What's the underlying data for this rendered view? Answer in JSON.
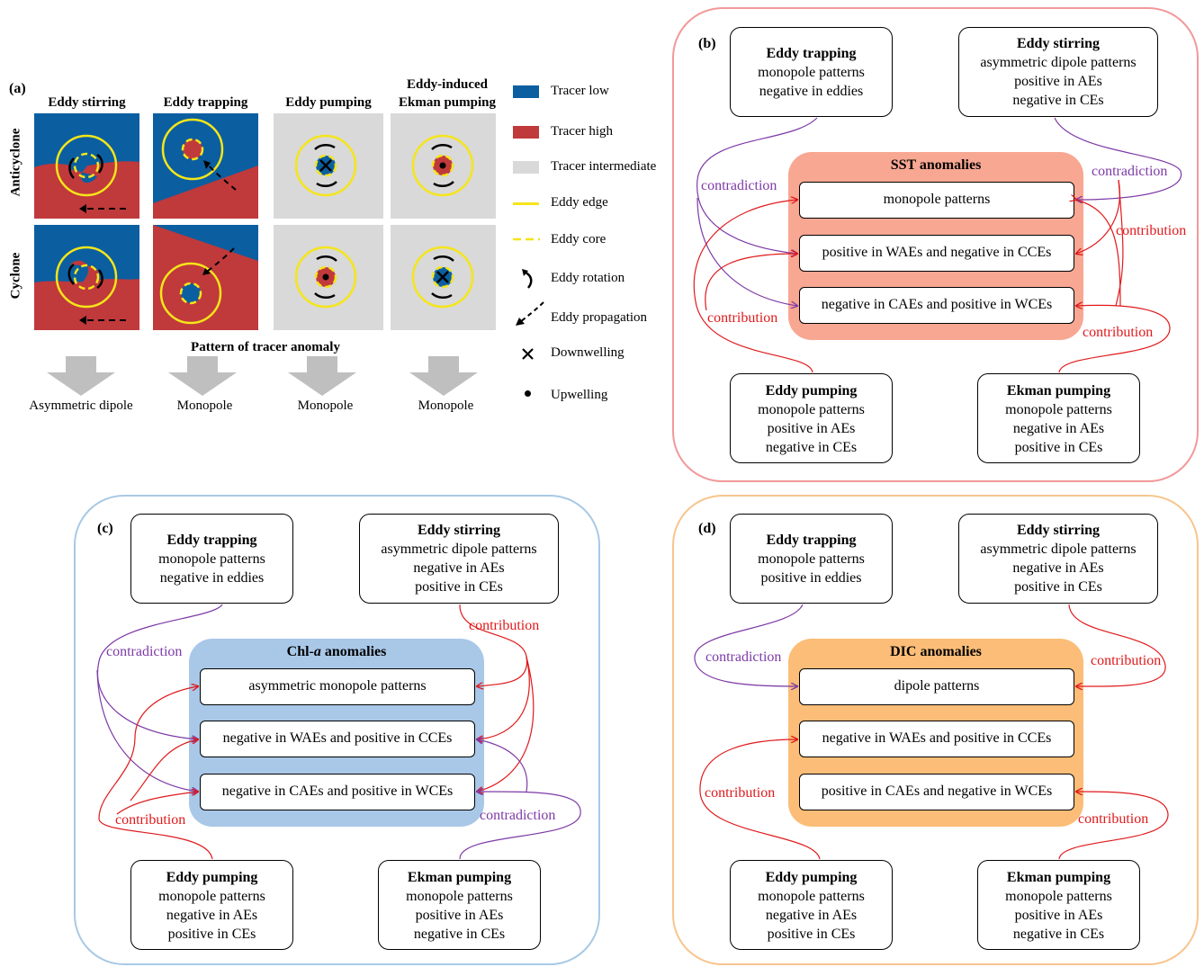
{
  "panel_a": {
    "label": "(a)",
    "columns": [
      "Eddy stirring",
      "Eddy trapping",
      "Eddy pumping",
      "Eddy-induced Ekman pumping"
    ],
    "rows": [
      "Anticyclone",
      "Cyclone"
    ],
    "pattern_title": "Pattern of tracer anomaly",
    "outcomes": [
      "Asymmetric dipole",
      "Monopole",
      "Monopole",
      "Monopole"
    ],
    "legend": [
      "Tracer low",
      "Tracer high",
      "Tracer intermediate",
      "Eddy edge",
      "Eddy core",
      "Eddy rotation",
      "Eddy propagation",
      "Downwelling",
      "Upwelling"
    ],
    "colors": {
      "tracer_low": "#0b5fa0",
      "tracer_high": "#c0393b",
      "tracer_intermediate": "#d9d9d9",
      "eddy_edge": "#f5e51a"
    }
  },
  "panel_b": {
    "label": "(b)",
    "frame_color": "#f1999a",
    "center_color": "#f8a792",
    "center_title": "SST anomalies",
    "center_items": [
      "monopole patterns",
      "positive in WAEs and negative in CCEs",
      "negative in CAEs and positive in WCEs"
    ],
    "boxes": {
      "trapping": {
        "title": "Eddy trapping",
        "lines": [
          "monopole patterns",
          "negative in eddies"
        ]
      },
      "stirring": {
        "title": "Eddy stirring",
        "lines": [
          "asymmetric dipole patterns",
          "positive in AEs",
          "negative in CEs"
        ]
      },
      "pumping": {
        "title": "Eddy pumping",
        "lines": [
          "monopole patterns",
          "positive in AEs",
          "negative in CEs"
        ]
      },
      "ekman": {
        "title": "Ekman pumping",
        "lines": [
          "monopole patterns",
          "negative in AEs",
          "positive in CEs"
        ]
      }
    },
    "annotations": [
      "contradiction",
      "contradiction",
      "contribution",
      "contribution",
      "contribution"
    ]
  },
  "panel_c": {
    "label": "(c)",
    "frame_color": "#a8c9e6",
    "center_color": "#a9c8e8",
    "center_title_main": "Chl-",
    "center_title_ital": "a",
    "center_title_rest": " anomalies",
    "center_items": [
      "asymmetric monopole patterns",
      "negative in WAEs and positive in CCEs",
      "negative in CAEs and positive in WCEs"
    ],
    "boxes": {
      "trapping": {
        "title": "Eddy trapping",
        "lines": [
          "monopole patterns",
          "negative in eddies"
        ]
      },
      "stirring": {
        "title": "Eddy stirring",
        "lines": [
          "asymmetric dipole patterns",
          "negative in AEs",
          "positive in CEs"
        ]
      },
      "pumping": {
        "title": "Eddy pumping",
        "lines": [
          "monopole patterns",
          "negative in AEs",
          "positive in CEs"
        ]
      },
      "ekman": {
        "title": "Ekman pumping",
        "lines": [
          "monopole patterns",
          "positive in AEs",
          "negative in CEs"
        ]
      }
    },
    "annotations": [
      "contradiction",
      "contribution",
      "contribution",
      "contradiction"
    ]
  },
  "panel_d": {
    "label": "(d)",
    "frame_color": "#f8c58e",
    "center_color": "#fbbd78",
    "center_title": "DIC anomalies",
    "center_items": [
      "dipole patterns",
      "negative in WAEs and positive in CCEs",
      "positive in CAEs and negative in WCEs"
    ],
    "boxes": {
      "trapping": {
        "title": "Eddy trapping",
        "lines": [
          "monopole patterns",
          "positive in eddies"
        ]
      },
      "stirring": {
        "title": "Eddy stirring",
        "lines": [
          "asymmetric dipole patterns",
          "negative in AEs",
          "positive in CEs"
        ]
      },
      "pumping": {
        "title": "Eddy pumping",
        "lines": [
          "monopole patterns",
          "negative in AEs",
          "positive in CEs"
        ]
      },
      "ekman": {
        "title": "Ekman pumping",
        "lines": [
          "monopole patterns",
          "positive in AEs",
          "negative in CEs"
        ]
      }
    },
    "annotations": [
      "contradiction",
      "contribution",
      "contribution",
      "contribution"
    ]
  }
}
